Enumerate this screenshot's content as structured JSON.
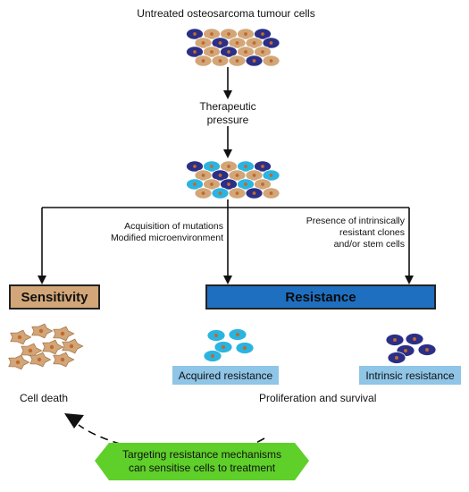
{
  "top_label": "Untreated osteosarcoma tumour cells",
  "pressure_label": [
    "Therapeutic",
    "pressure"
  ],
  "middle_branch_label": [
    "Acquisition of mutations",
    "Modified microenvironment"
  ],
  "right_branch_label": [
    "Presence of intrinsically",
    "resistant clones",
    "and/or stem cells"
  ],
  "sensitivity_label": "Sensitivity",
  "resistance_label": "Resistance",
  "acquired_label": "Acquired resistance",
  "intrinsic_label": "Intrinsic resistance",
  "cell_death_label": "Cell death",
  "proliferation_label": "Proliferation and survival",
  "targeting_label": [
    "Targeting resistance mechanisms",
    "can sensitise cells to treatment"
  ],
  "colors": {
    "tan_cell": "#d2a678",
    "dark_blue_cell": "#2b2f86",
    "cyan_cell": "#2bb4e0",
    "nucleus": "#c1692c",
    "resistance_box": "#1f6fc0",
    "tag_box": "#8fc5e6",
    "hexagon": "#5fcf2a"
  },
  "icons": [
    "arrow-down-icon",
    "cell-cluster-icon",
    "dashed-cycle-arrow-icon",
    "hexagon-banner-icon"
  ]
}
